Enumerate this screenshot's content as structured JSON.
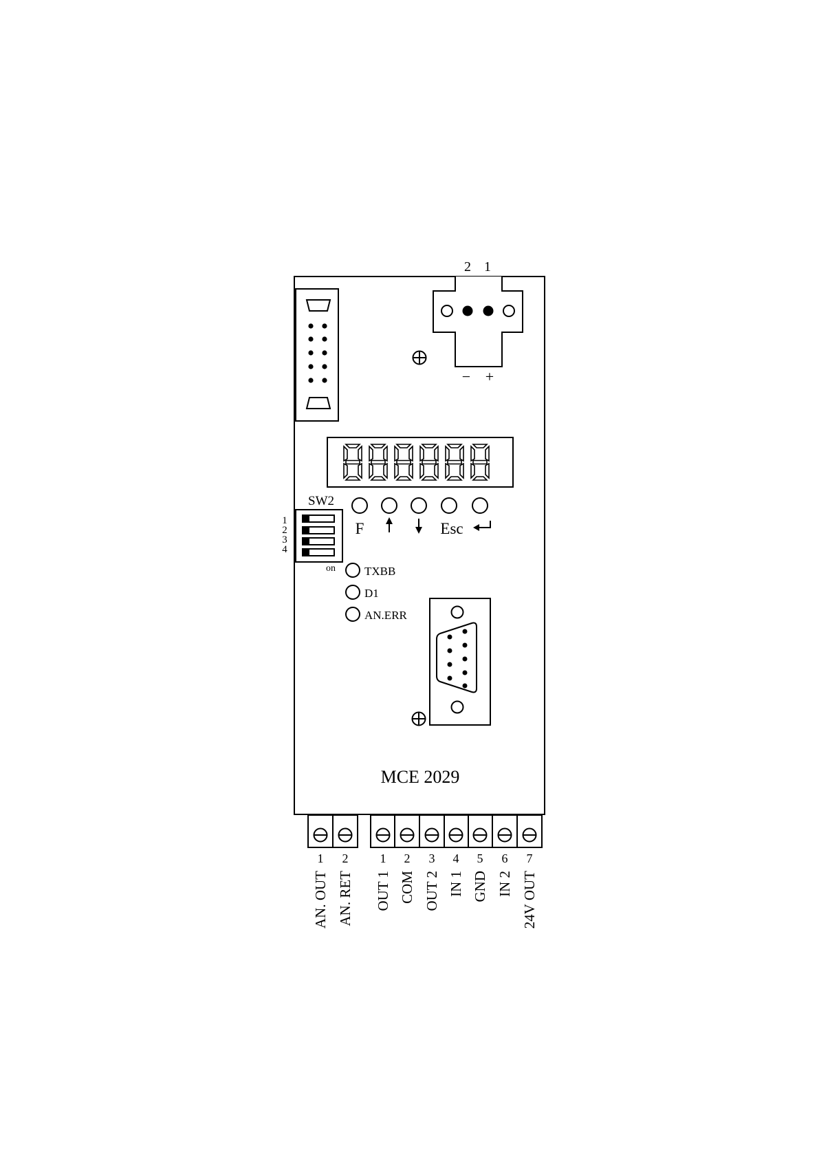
{
  "power_connector": {
    "pin_numbers": [
      "2",
      "1"
    ],
    "polarity": [
      "−",
      "+"
    ]
  },
  "display": {
    "digit_count": 6
  },
  "sw2": {
    "label": "SW2",
    "positions": [
      "1",
      "2",
      "3",
      "4"
    ],
    "on_label": "on"
  },
  "keys": [
    {
      "name": "F",
      "label": "F",
      "icon": ""
    },
    {
      "name": "up",
      "label": "",
      "icon": "arrow-up-icon"
    },
    {
      "name": "down",
      "label": "",
      "icon": "arrow-down-icon"
    },
    {
      "name": "esc",
      "label": "Esc",
      "icon": ""
    },
    {
      "name": "enter",
      "label": "",
      "icon": "enter-arrow-icon"
    }
  ],
  "leds": [
    "TXBB",
    "D1",
    "AN.ERR"
  ],
  "model": "MCE 2029",
  "terminals_analog": [
    {
      "number": "1",
      "label": "AN. OUT"
    },
    {
      "number": "2",
      "label": "AN. RET"
    }
  ],
  "terminals_io": [
    {
      "number": "1",
      "label": "OUT 1"
    },
    {
      "number": "2",
      "label": "COM"
    },
    {
      "number": "3",
      "label": "OUT 2"
    },
    {
      "number": "4",
      "label": "IN 1"
    },
    {
      "number": "5",
      "label": "GND"
    },
    {
      "number": "6",
      "label": "IN 2"
    },
    {
      "number": "7",
      "label": "24V OUT"
    }
  ]
}
